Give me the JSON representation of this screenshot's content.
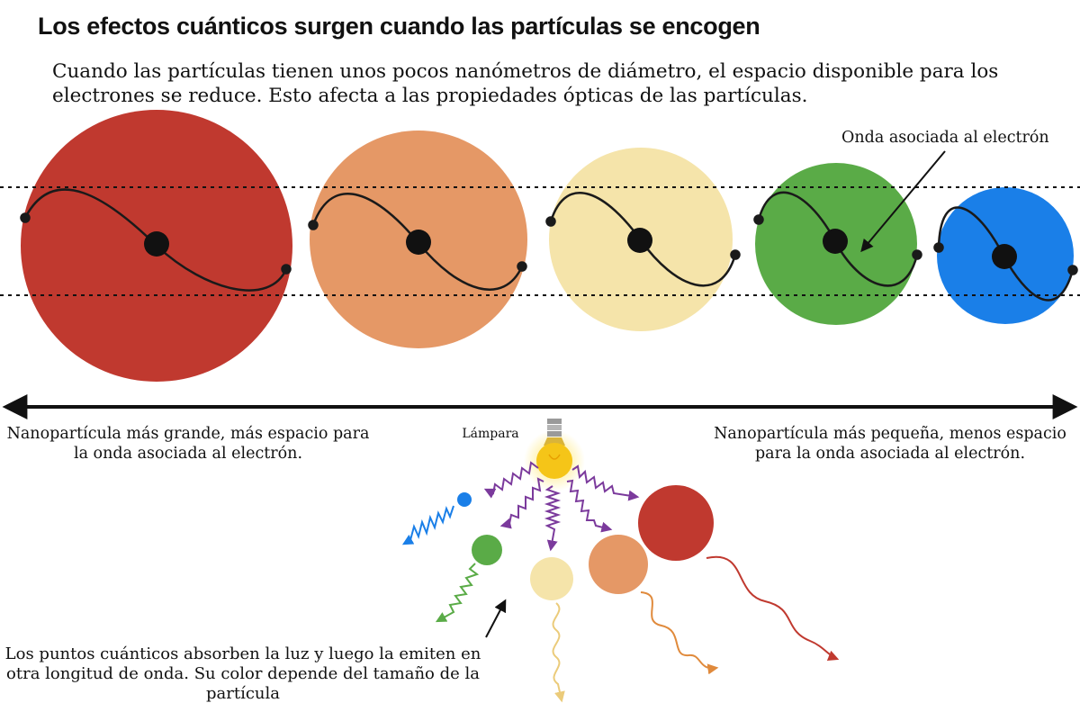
{
  "title": "Los efectos cuánticos surgen cuando las partículas se encogen",
  "intro": "Cuando las partículas tienen unos pocos nanómetros de diámetro, el espacio disponible para los electrones se reduce. Esto afecta a las propiedades ópticas de las partículas.",
  "labels": {
    "wave": "Onda asociada al electrón",
    "large": "Nanopartícula más grande, más espacio para la onda asociada al electrón.",
    "small": "Nanopartícula más pequeña, menos espacio para la onda asociada al electrón.",
    "lamp": "Lámpara",
    "quantum_dots": "Los puntos cuánticos absorben la luz y luego la emiten en otra longitud de onda. Su color depende del tamaño de la partícula"
  },
  "colors": {
    "red": "#C0392F",
    "orange": "#E59866",
    "yellow": "#F5E4AA",
    "green": "#5AAB47",
    "blue": "#1A7FE8",
    "wave_line": "#1a1a1a",
    "absorb": "#7B3A9C"
  }
}
